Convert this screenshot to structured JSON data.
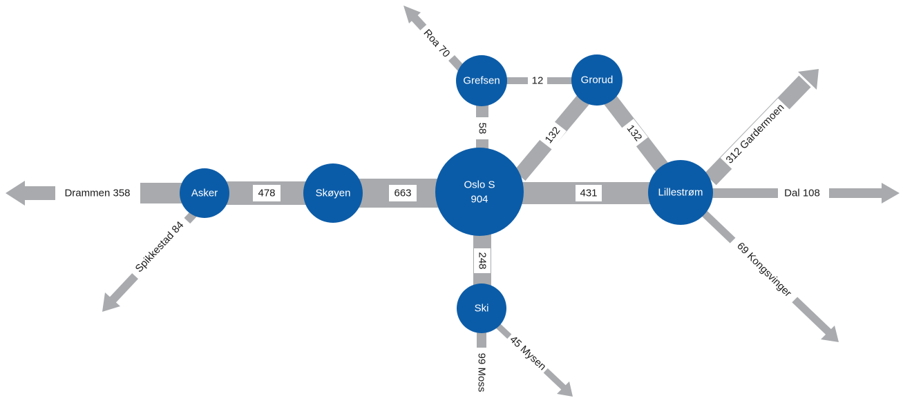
{
  "colors": {
    "node": "#0b5ca8",
    "edge": "#a8aaad",
    "node_text": "#ffffff",
    "edge_text": "#1a1a1a"
  },
  "nodes": {
    "oslo_s": {
      "name": "Oslo S",
      "value": "904"
    },
    "skoyen": {
      "name": "Skøyen"
    },
    "asker": {
      "name": "Asker"
    },
    "grefsen": {
      "name": "Grefsen"
    },
    "grorud": {
      "name": "Grorud"
    },
    "lillestrom": {
      "name": "Lillestrøm"
    },
    "ski": {
      "name": "Ski"
    }
  },
  "links": {
    "asker_skoyen": "478",
    "skoyen_oslo": "663",
    "oslo_lillestrom": "431",
    "oslo_grefsen": "58",
    "grefsen_grorud": "12",
    "oslo_grorud": "132",
    "grorud_lillestrom": "132",
    "oslo_ski": "248"
  },
  "outflows": {
    "drammen": "Drammen 358",
    "spikkestad": "Spikkestad 84",
    "roa": "Roa 70",
    "gardermoen": "312 Gardermoen",
    "dal": "Dal 108",
    "kongsvinger": "69 Kongsvinger",
    "moss": "99 Moss",
    "mysen": "45 Mysen"
  }
}
